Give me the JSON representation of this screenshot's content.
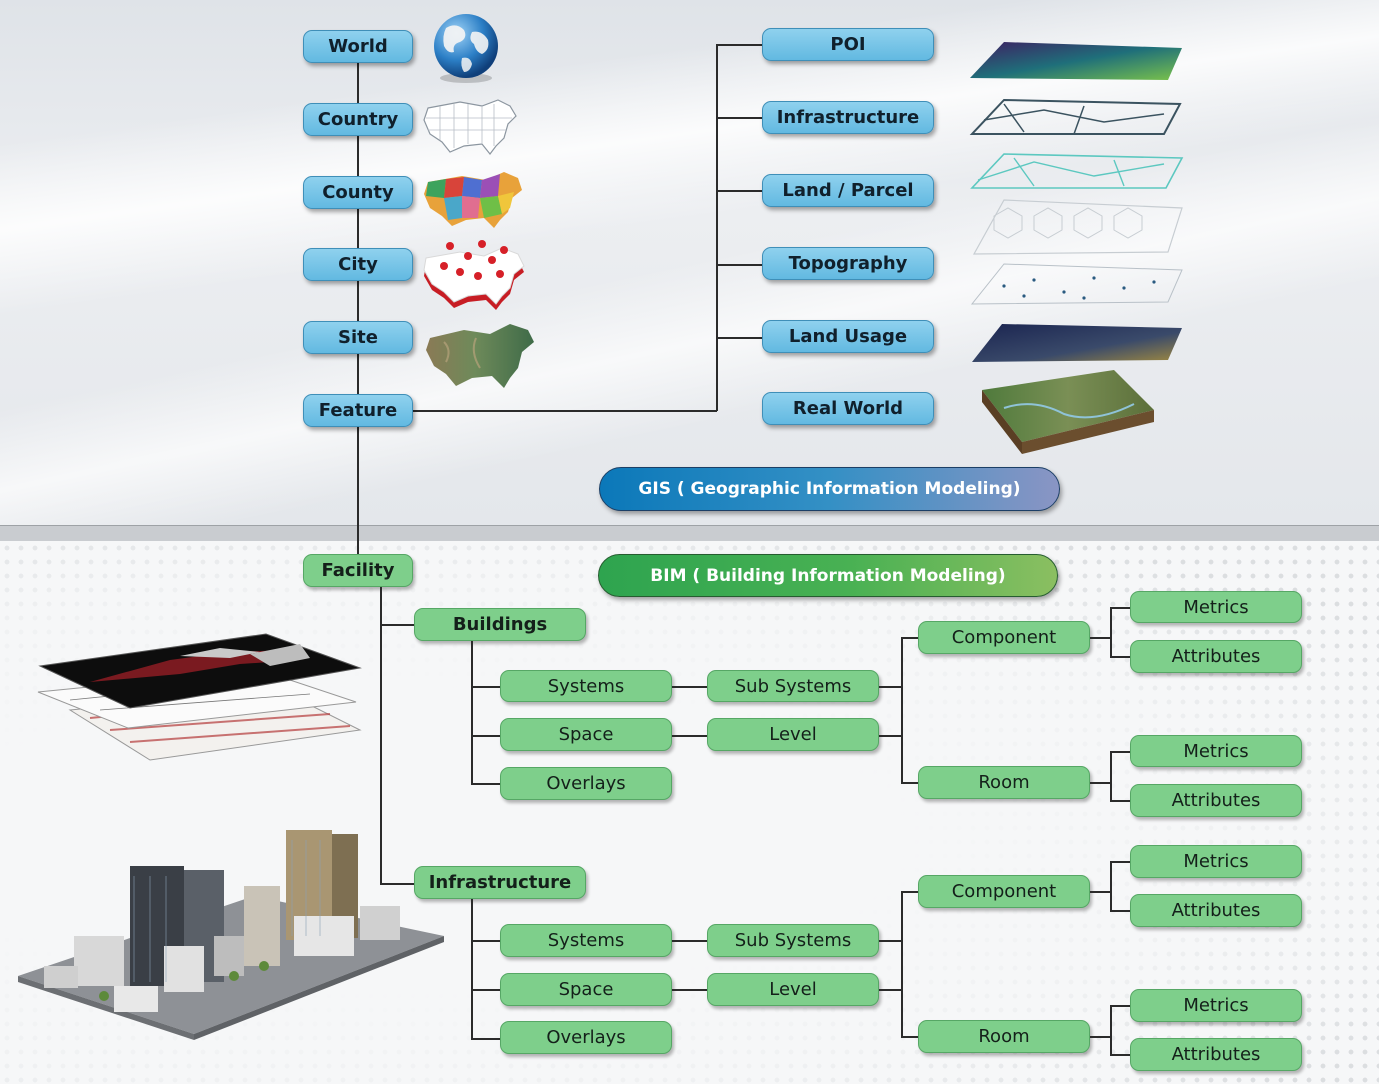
{
  "gis_hierarchy": {
    "levels": [
      "World",
      "Country",
      "County",
      "City",
      "Site",
      "Feature"
    ],
    "feature_layers": [
      "POI",
      "Infrastructure",
      "Land / Parcel",
      "Topography",
      "Land Usage",
      "Real World"
    ],
    "banner": "GIS ( Geographic Information Modeling)"
  },
  "bim_hierarchy": {
    "root": "Facility",
    "banner": "BIM ( Building Information Modeling)",
    "branches": [
      {
        "label": "Buildings",
        "items": [
          "Systems",
          "Space",
          "Overlays"
        ],
        "sub": [
          "Sub Systems",
          "Level"
        ],
        "component": "Component",
        "room": "Room",
        "component_children": [
          "Metrics",
          "Attributes"
        ],
        "room_children": [
          "Metrics",
          "Attributes"
        ]
      },
      {
        "label": "Infrastructure",
        "items": [
          "Systems",
          "Space",
          "Overlays"
        ],
        "sub": [
          "Sub Systems",
          "Level"
        ],
        "component": "Component",
        "room": "Room",
        "component_children": [
          "Metrics",
          "Attributes"
        ],
        "room_children": [
          "Metrics",
          "Attributes"
        ]
      }
    ]
  },
  "colors": {
    "gis_box": "#62b9e1",
    "bim_box": "#7ecf8b",
    "connector": "#2b2b2b"
  },
  "icons": {
    "world": "globe-icon",
    "country": "us-outline-map-icon",
    "county": "us-county-color-map-icon",
    "city": "us-map-pins-icon",
    "site": "us-terrain-map-icon",
    "layers": "stacked-gis-layers-image",
    "bim_layers": "stacked-floorplan-layers-image",
    "city_model": "3d-city-model-image"
  }
}
